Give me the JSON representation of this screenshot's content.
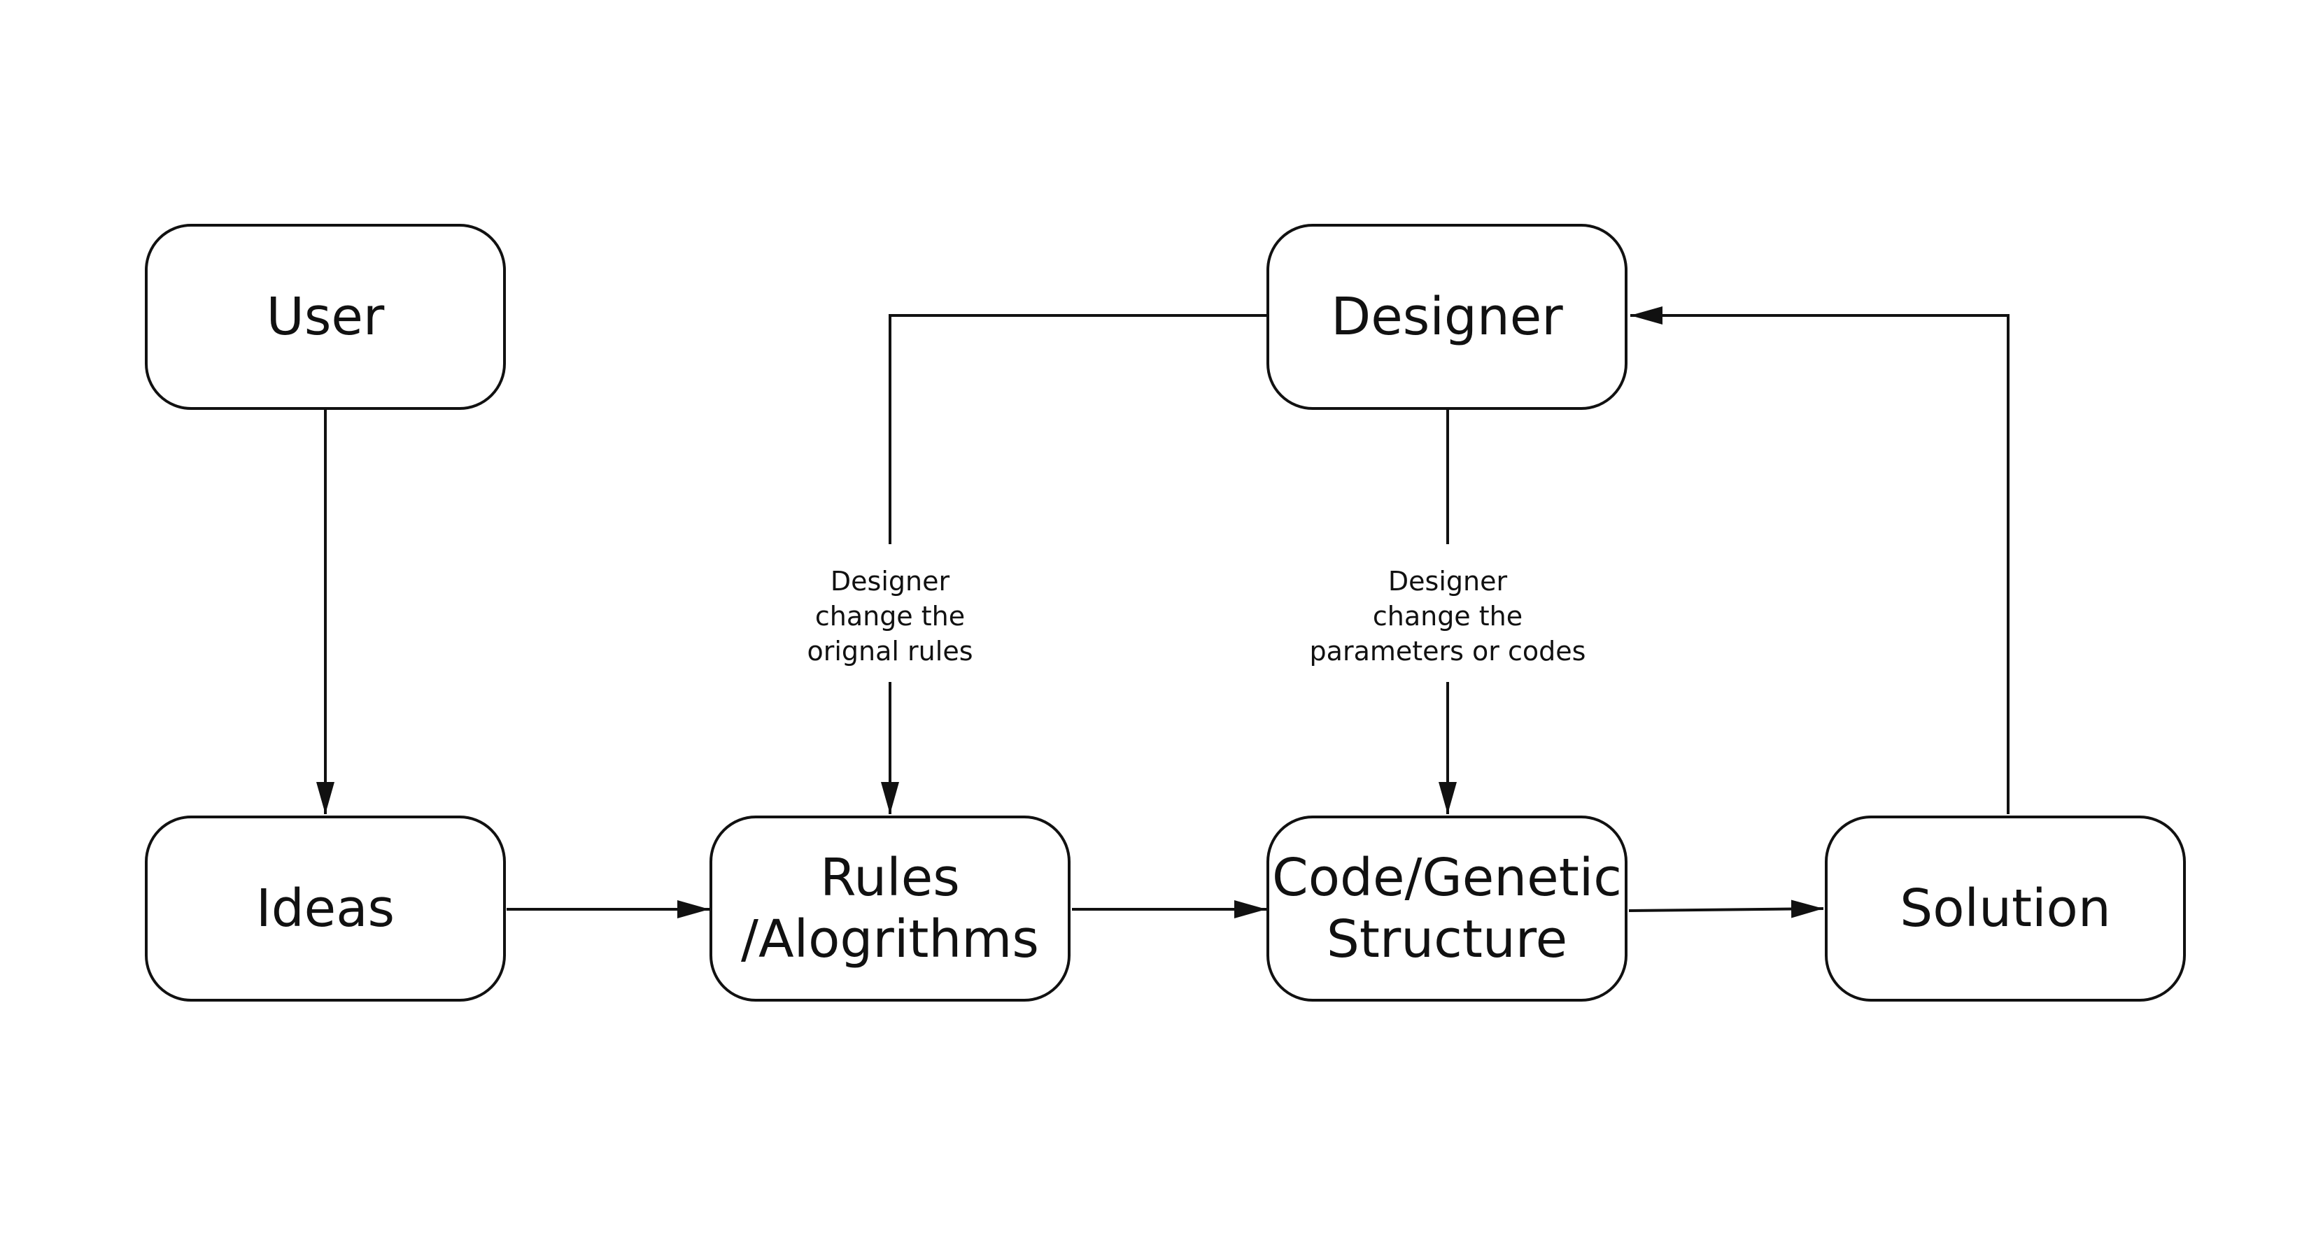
{
  "nodes": {
    "user": {
      "label": "User"
    },
    "designer": {
      "label": "Designer"
    },
    "ideas": {
      "label": "Ideas"
    },
    "rules": {
      "line1": "Rules",
      "line2": "/Alogrithms"
    },
    "code": {
      "line1": "Code/Genetic",
      "line2": "Structure"
    },
    "solution": {
      "label": "Solution"
    }
  },
  "edge_labels": {
    "designer_to_rules": {
      "line1": "Designer",
      "line2": "change the",
      "line3": "orignal rules"
    },
    "designer_to_code": {
      "line1": "Designer",
      "line2": "change the",
      "line3": "parameters or codes"
    }
  },
  "colors": {
    "stroke": "#111111",
    "background": "#ffffff"
  }
}
